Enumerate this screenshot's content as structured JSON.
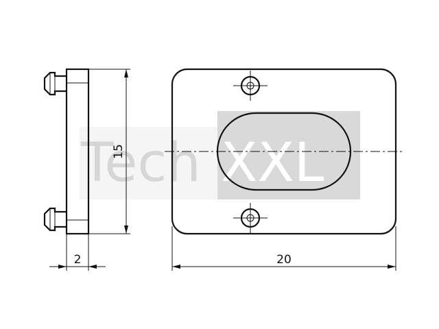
{
  "drawing": {
    "dimensions": {
      "thickness": "2",
      "height": "15",
      "width": "20"
    },
    "watermark": {
      "text_left": "Tech",
      "text_right": "XXL",
      "color_light": "#d6d6d6",
      "color_box": "#d9d9d9",
      "color_box_text": "#ffffff"
    },
    "line_color": "#111111"
  }
}
